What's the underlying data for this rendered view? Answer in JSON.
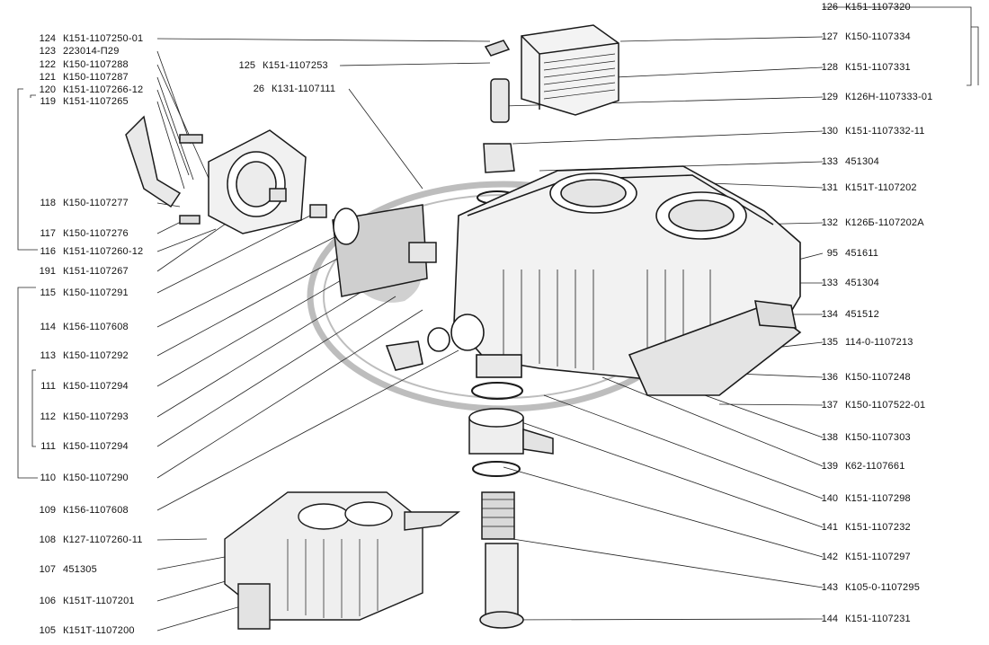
{
  "left_callouts": [
    {
      "num": "124",
      "code": "К151-1107250-01"
    },
    {
      "num": "123",
      "code": "223014-П29"
    },
    {
      "num": "122",
      "code": "К150-1107288"
    },
    {
      "num": "121",
      "code": "К150-1107287"
    },
    {
      "num": "120",
      "code": "К151-1107266-12"
    },
    {
      "num": "119",
      "code": "К151-1107265"
    },
    {
      "num": "118",
      "code": "К150-1107277"
    },
    {
      "num": "117",
      "code": "К150-1107276"
    },
    {
      "num": "116",
      "code": "К151-1107260-12"
    },
    {
      "num": "191",
      "code": "К151-1107267"
    },
    {
      "num": "115",
      "code": "К150-1107291"
    },
    {
      "num": "114",
      "code": "К156-1107608"
    },
    {
      "num": "113",
      "code": "К150-1107292"
    },
    {
      "num": "111",
      "code": "К150-1107294"
    },
    {
      "num": "112",
      "code": "К150-1107293"
    },
    {
      "num": "111",
      "code": "К150-1107294"
    },
    {
      "num": "110",
      "code": "К150-1107290"
    },
    {
      "num": "109",
      "code": "К156-1107608"
    },
    {
      "num": "108",
      "code": "К127-1107260-11"
    },
    {
      "num": "107",
      "code": "451305"
    },
    {
      "num": "106",
      "code": "К151Т-1107201"
    },
    {
      "num": "105",
      "code": "К151Т-1107200"
    }
  ],
  "middle_callouts": [
    {
      "num": "125",
      "code": "К151-1107253"
    },
    {
      "num": "26",
      "code": "К131-1107111"
    }
  ],
  "right_callouts": [
    {
      "num": "126",
      "code": "К151-1107320"
    },
    {
      "num": "127",
      "code": "К150-1107334"
    },
    {
      "num": "128",
      "code": "К151-1107331"
    },
    {
      "num": "129",
      "code": "К126Н-1107333-01"
    },
    {
      "num": "130",
      "code": "К151-1107332-11"
    },
    {
      "num": "133",
      "code": "451304"
    },
    {
      "num": "131",
      "code": "К151Т-1107202"
    },
    {
      "num": "132",
      "code": "К126Б-1107202А"
    },
    {
      "num": "95",
      "code": "451611"
    },
    {
      "num": "133",
      "code": "451304"
    },
    {
      "num": "134",
      "code": "451512"
    },
    {
      "num": "135",
      "code": "114-0-1107213"
    },
    {
      "num": "136",
      "code": "К150-1107248"
    },
    {
      "num": "137",
      "code": "К150-1107522-01"
    },
    {
      "num": "138",
      "code": "К150-1107303"
    },
    {
      "num": "139",
      "code": "К62-1107661"
    },
    {
      "num": "140",
      "code": "К151-1107298"
    },
    {
      "num": "141",
      "code": "К151-1107232"
    },
    {
      "num": "142",
      "code": "К151-1107297"
    },
    {
      "num": "143",
      "code": "К105-0-1107295"
    },
    {
      "num": "144",
      "code": "К151-1107231"
    }
  ],
  "colors": {
    "ink": "#1a1a1a",
    "watermark": "#b8b8b8",
    "background": "#ffffff"
  }
}
